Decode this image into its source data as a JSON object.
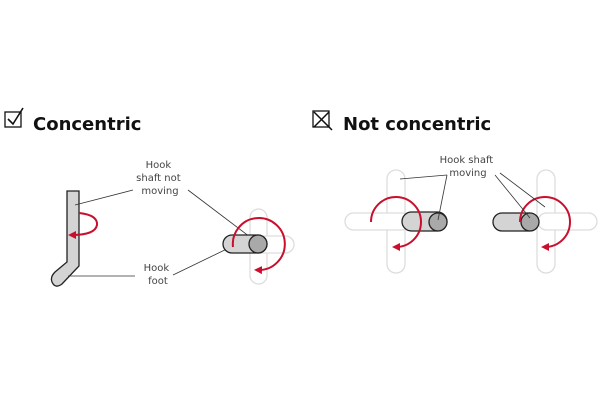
{
  "concentric": {
    "title": "Concentric",
    "icon": "checkbox-checked-icon",
    "label_shaft": [
      "Hook",
      "shaft not",
      "moving"
    ],
    "label_foot": [
      "Hook",
      "foot"
    ]
  },
  "not_concentric": {
    "title": "Not concentric",
    "icon": "checkbox-x-icon",
    "label_shaft": [
      "Hook shaft",
      "moving"
    ]
  },
  "colors": {
    "accent": "#c8102e",
    "shaft_fill": "#d4d4d4",
    "ghost": "#dddddd"
  }
}
